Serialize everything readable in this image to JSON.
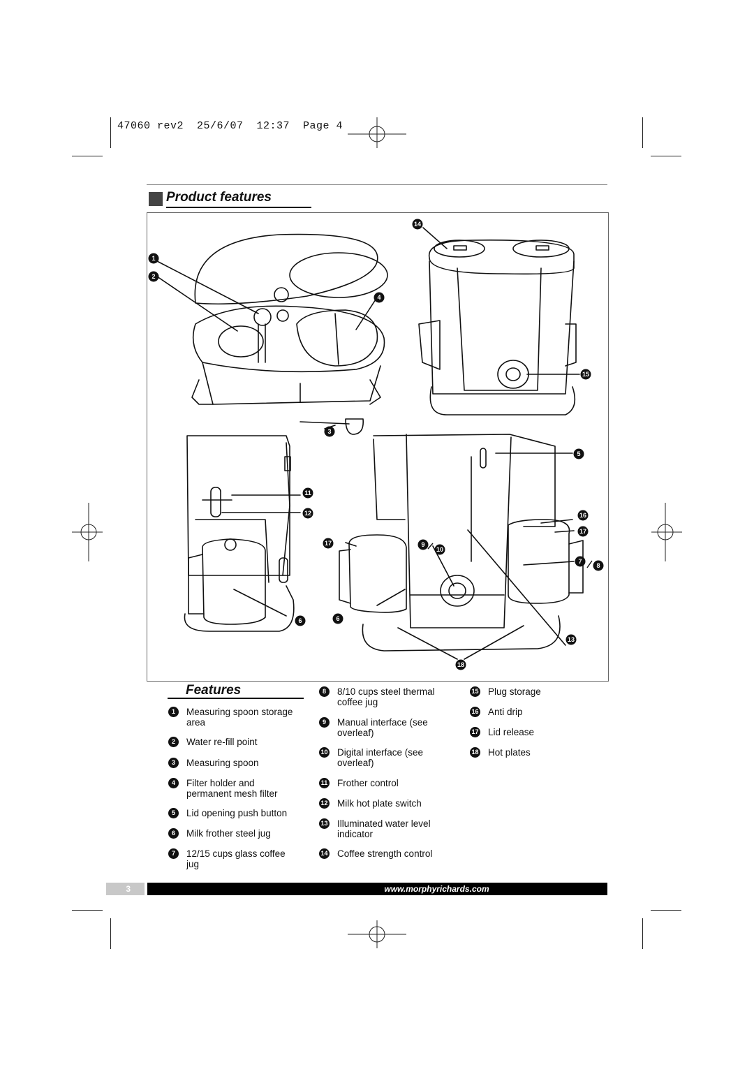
{
  "slug": "47060 rev2  25/6/07  12:37  Page 4",
  "section_title": "Product features",
  "features_heading": "Features",
  "callouts": [
    "1",
    "2",
    "3",
    "4",
    "5",
    "6",
    "7",
    "8",
    "9",
    "10",
    "11",
    "12",
    "13",
    "14",
    "15",
    "16",
    "17",
    "18"
  ],
  "features_col1": [
    {
      "num": "1",
      "text": "Measuring spoon storage\narea"
    },
    {
      "num": "2",
      "text": "Water re-fill point"
    },
    {
      "num": "3",
      "text": "Measuring spoon"
    },
    {
      "num": "4",
      "text": "Filter holder and\npermanent mesh filter"
    },
    {
      "num": "5",
      "text": "Lid opening push button"
    },
    {
      "num": "6",
      "text": "Milk frother steel jug"
    },
    {
      "num": "7",
      "text": "12/15 cups glass coffee\njug"
    }
  ],
  "features_col2": [
    {
      "num": "8",
      "text": "8/10 cups steel thermal\ncoffee jug"
    },
    {
      "num": "9",
      "text": "Manual interface (see\noverleaf)"
    },
    {
      "num": "10",
      "text": "Digital interface (see\noverleaf)"
    },
    {
      "num": "11",
      "text": "Frother control"
    },
    {
      "num": "12",
      "text": "Milk hot plate switch"
    },
    {
      "num": "13",
      "text": "Illuminated water level\nindicator"
    },
    {
      "num": "14",
      "text": "Coffee strength control"
    }
  ],
  "features_col3": [
    {
      "num": "15",
      "text": "Plug storage"
    },
    {
      "num": "16",
      "text": "Anti drip"
    },
    {
      "num": "17",
      "text": "Lid release"
    },
    {
      "num": "18",
      "text": "Hot plates"
    }
  ],
  "footer": {
    "page_number": "3",
    "url": "www.morphyrichards.com"
  }
}
